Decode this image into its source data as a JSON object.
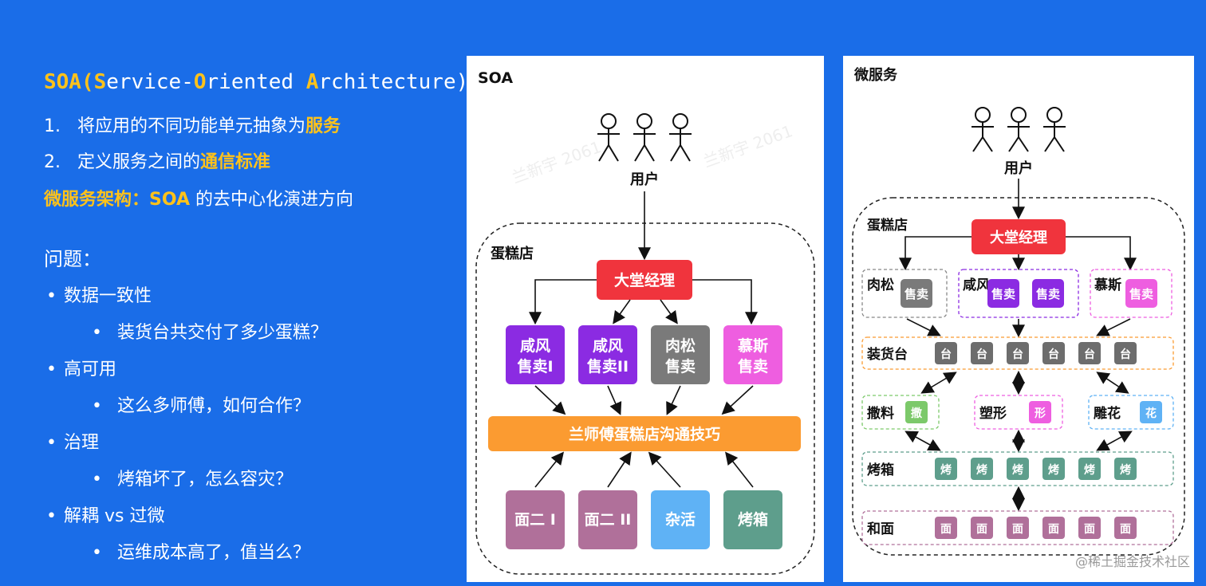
{
  "left": {
    "title_parts": [
      "S",
      "OA(",
      "S",
      "ervice-",
      "O",
      "riented ",
      "A",
      "rchitecture)"
    ],
    "point1": {
      "num": "1.",
      "text": "将应用的不同功能单元抽象为",
      "highlight": "服务"
    },
    "point2": {
      "num": "2.",
      "text": "定义服务之间的",
      "highlight": "通信标准"
    },
    "micro": {
      "highlight": "微服务架构：SOA",
      "text": " 的去中心化演进方向"
    },
    "questions_title": "问题：",
    "questions": [
      {
        "text": "数据一致性",
        "sub": "装货台共交付了多少蛋糕？"
      },
      {
        "text": "高可用",
        "sub": "这么多师傅，如何合作？"
      },
      {
        "text": "治理",
        "sub": "烤箱坏了，怎么容灾？"
      },
      {
        "text": "解耦 vs 过微",
        "sub": "运维成本高了，值当么？"
      }
    ]
  },
  "soa": {
    "title": "SOA",
    "users_label": "用户",
    "store_label": "蛋糕店",
    "manager": "大堂经理",
    "sellers": [
      {
        "line1": "咸风",
        "line2": "售卖I",
        "color": "#8b2be2"
      },
      {
        "line1": "咸风",
        "line2": "售卖II",
        "color": "#8b2be2"
      },
      {
        "line1": "肉松",
        "line2": "售卖",
        "color": "#7a7a7a"
      },
      {
        "line1": "慕斯",
        "line2": "售卖",
        "color": "#ee5ee0"
      }
    ],
    "bus": "兰师傅蛋糕店沟通技巧",
    "workers": [
      {
        "label": "面二 I",
        "color": "#b0709a"
      },
      {
        "label": "面二 II",
        "color": "#b0709a"
      },
      {
        "label": "杂活",
        "color": "#5fb2f5"
      },
      {
        "label": "烤箱",
        "color": "#5e9e8c"
      }
    ],
    "watermark": "兰新宇 2061"
  },
  "micro": {
    "title": "微服务",
    "users_label": "用户",
    "store_label": "蛋糕店",
    "manager": "大堂经理",
    "groups": [
      {
        "name": "肉松",
        "items": [
          "售卖"
        ],
        "color": "#7a7a7a"
      },
      {
        "name": "咸风",
        "items": [
          "售卖",
          "售卖"
        ],
        "color": "#8b2be2"
      },
      {
        "name": "慕斯",
        "items": [
          "售卖"
        ],
        "color": "#ee5ee0"
      }
    ],
    "dock": {
      "label": "装货台",
      "items": [
        "台",
        "台",
        "台",
        "台",
        "台",
        "台"
      ],
      "color": "#6d6d6d"
    },
    "sprinkle": {
      "label": "撒料",
      "item": "撒",
      "color": "#7cc96a"
    },
    "shape": {
      "label": "塑形",
      "item": "形",
      "color": "#ee5ee0"
    },
    "carve": {
      "label": "雕花",
      "item": "花",
      "color": "#5fb2f5"
    },
    "oven": {
      "label": "烤箱",
      "items": [
        "烤",
        "烤",
        "烤",
        "烤",
        "烤",
        "烤"
      ],
      "color": "#5e9e8c"
    },
    "dough": {
      "label": "和面",
      "items": [
        "面",
        "面",
        "面",
        "面",
        "面",
        "面"
      ],
      "color": "#b0709a"
    }
  },
  "footer_watermark": "@稀土掘金技术社区"
}
